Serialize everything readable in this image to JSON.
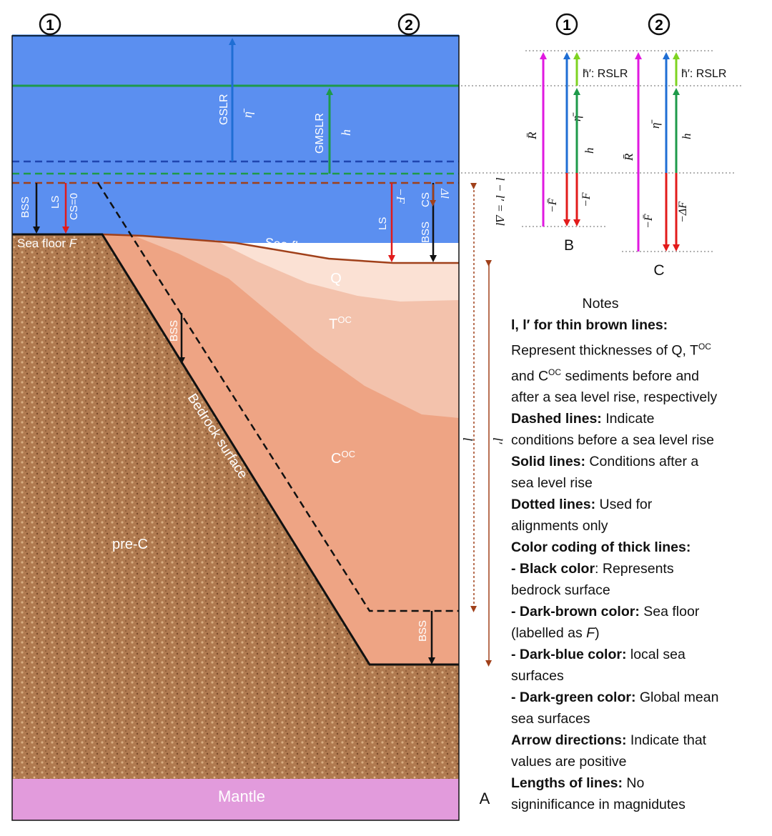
{
  "markers": {
    "one": "1",
    "two": "2"
  },
  "panelA": {
    "panel_letter": "A",
    "layers": {
      "mantle": "Mantle",
      "pre_c": "pre-C",
      "c_oc": "C",
      "c_oc_sup": "OC",
      "t_oc": "T",
      "t_oc_sup": "OC",
      "q": "Q"
    },
    "surfaces": {
      "sea_floor_left": "Sea floor ",
      "sea_floor_right": "Sea floor ",
      "sea_floor_symbol": "F",
      "bedrock": "Bedrock surface"
    },
    "arrows": {
      "gslr": "GSLR",
      "gslr_sym": "η̄",
      "gmslr": "GMSLR",
      "gmslr_sym": "h",
      "bss": "BSS",
      "ls": "LS",
      "cs0": "CS=0",
      "cs": "CS",
      "minus_f": "−F",
      "delta_l": "Δl",
      "l_diff": "l − l′ = Δl",
      "l": "l",
      "l_prime": "l′"
    }
  },
  "panelB": {
    "letter": "B",
    "R": "R̄",
    "eta": "η̄",
    "h": "h",
    "hprime": "h̄′: RSLR",
    "minus_F_pink": "−F̄",
    "minus_F_red": "−F"
  },
  "panelC": {
    "letter": "C",
    "R": "R̄",
    "eta": "η̄",
    "h": "h",
    "hprime": "h̄′: RSLR",
    "minus_F_pink": "−F̄",
    "minus_F_red": "−ΔF"
  },
  "notes": {
    "title": "Notes",
    "items": [
      {
        "head": "l, l′ for thin brown lines:",
        "body": "Represent thicknesses of Q, T",
        "sup1": "OC",
        "body2": "and C",
        "sup2": "OC",
        "body3": " sediments before and",
        "body4": "after a sea level rise, respectively"
      },
      {
        "head": "Dashed lines:",
        "body": " Indicate",
        "body2": "conditions before a sea level rise"
      },
      {
        "head": "Solid lines:",
        "body": "  Conditions after a",
        "body2": "sea level rise"
      },
      {
        "head": "Dotted lines:",
        "body": " Used for",
        "body2": "alignments only"
      },
      {
        "head": "Color coding of thick lines:"
      },
      {
        "head": "- Black color",
        "body": ": Represents",
        "body2": "bedrock surface"
      },
      {
        "head": "- Dark-brown color:",
        "body": " Sea floor",
        "body2": "(labelled as ",
        "body2i": "F",
        "body2e": ")"
      },
      {
        "head": "- Dark-blue color:",
        "body": " local sea",
        "body2": "surfaces"
      },
      {
        "head": "- Dark-green color:",
        "body": " Global mean",
        "body2": "sea surfaces"
      },
      {
        "head": "Arrow directions:",
        "body": " Indicate that",
        "body2": "values are positive"
      },
      {
        "head": "Lengths of lines:",
        "body": " No",
        "body2": "signinificance in magnidutes"
      }
    ]
  },
  "colors": {
    "sea": "#5b8ff0",
    "mantle": "#e29bdc",
    "bedrock": "#b07a50",
    "c_oc": "#eea484",
    "t_oc": "#f3c2ac",
    "q": "#fbe1d4",
    "blue": "#1f6ed4",
    "green": "#1e9a4a",
    "red": "#e21b1b",
    "brown": "#a0401a",
    "magenta": "#e019e0",
    "lightgreen": "#7ed321"
  }
}
